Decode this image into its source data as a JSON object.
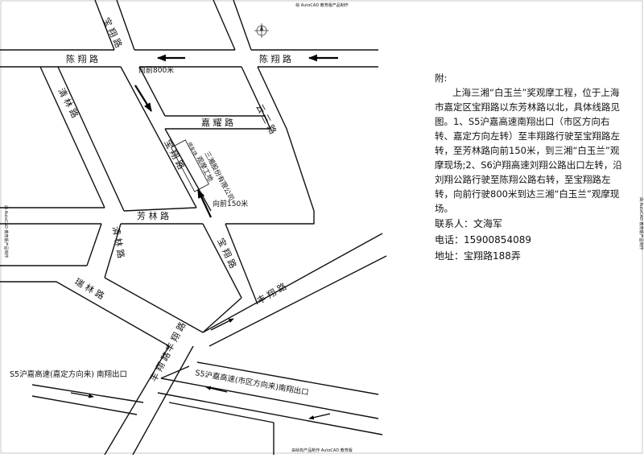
{
  "header_watermark": "绘 AutoCAD 教育版产品制作",
  "footer_watermark": "由绘有产品制作 AutoCAD 教育版",
  "side_watermark_left": "由 AutoCAD 教育版产品制作",
  "side_watermark_right": "由 AutoCAD 教育版产品制作",
  "compass_label": "",
  "map": {
    "roads": {
      "chenxiang_top_left": "陈 翔 路",
      "chenxiang_top_right": "陈 翔 路",
      "baoxiang": "宝 翔 路",
      "baoxiang_mid": "宝 翔 路",
      "baoxiang_lower": "宝 翔 路",
      "jiayao": "嘉 耀 路",
      "yunsan": "云 三 路",
      "qinglin_left": "清 林 路",
      "qinglin_lower": "清 林 路",
      "fanglin": "芳 林 路",
      "ruilin": "瑞 林 路",
      "fengxiang": "丰 翔 路",
      "fengxiang_lower": "丰 翔 路",
      "fengxiang_bottom": "丰 翔 路"
    },
    "venue_label_1": "三湘股份有限公司",
    "venue_label_2": "观摩工地",
    "venue_small": "停车场",
    "forward_800": "向前800米",
    "forward_150": "向前150米",
    "s5_left": "S5沪嘉高速(嘉定方向来) 南翔出口",
    "s5_right": "S5沪嘉高速(市区方向来)南翔出口"
  },
  "note": {
    "heading": "附:",
    "body": "上海三湘“白玉兰”奖观摩工程，位于上海市嘉定区宝翔路以东芳林路以北，具体线路见图。1、S5沪嘉高速南翔出口（市区方向右转、嘉定方向左转）至丰翔路行驶至宝翔路左转，至芳林路向前150米，到三湘“白玉兰”观摩现场;2、S6沪翔高速刘翔公路出口左转，沿刘翔公路行驶至陈翔公路右转，至宝翔路左转，向前行驶800米到达三湘“白玉兰”观摩现场。",
    "contact_person": "联系人：文海军",
    "phone": "电话：15900854089",
    "address": "地址：宝翔路188弄"
  }
}
